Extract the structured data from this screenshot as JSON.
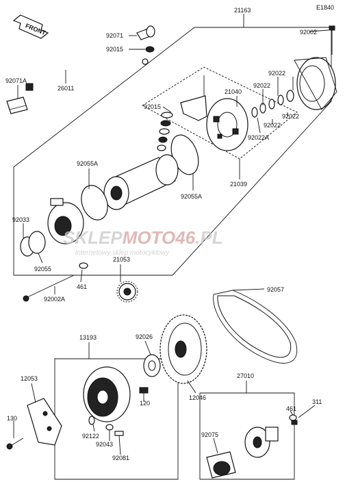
{
  "diagram_code": "E1840",
  "front_label": "FRONT",
  "watermark": {
    "name_part1": "SKLEP",
    "name_part2": "MOTO",
    "name_part3": "46",
    "name_part4": ".PL",
    "tagline": "internetowy sklep motocyklowy"
  },
  "part_labels": [
    "21163",
    "92002",
    "92071",
    "92015",
    "92071A",
    "26011",
    "92022",
    "92022",
    "21040",
    "92015",
    "92022",
    "92022",
    "92022A",
    "21039",
    "92055A",
    "92055A",
    "92033",
    "92055",
    "461",
    "92002A",
    "21053",
    "92057",
    "13193",
    "92026",
    "12053",
    "12046",
    "27010",
    "311",
    "461",
    "130",
    "120",
    "92122",
    "92043",
    "92081",
    "92075"
  ]
}
